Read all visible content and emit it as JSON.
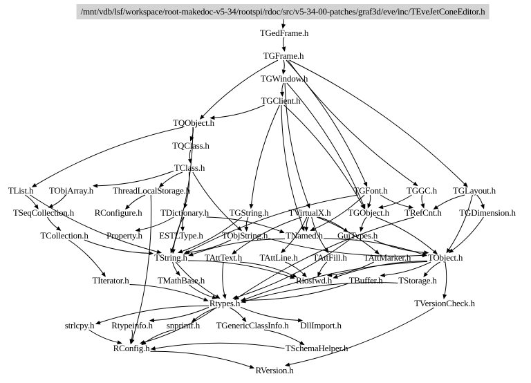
{
  "diagram": {
    "title": "Include dependency graph",
    "root": "/mnt/vdb/lsf/workspace/root-makedoc-v5-34/rootspi/rdoc/src/v5-34-00-patches/graf3d/eve/inc/TEveJetConeEditor.h",
    "nodes": {
      "TGedFrame": "TGedFrame.h",
      "TGFrame": "TGFrame.h",
      "TGWindow": "TGWindow.h",
      "TGClient": "TGClient.h",
      "TQObject": "TQObject.h",
      "TQClass": "TQClass.h",
      "TClass": "TClass.h",
      "TList": "TList.h",
      "TObjArray": "TObjArray.h",
      "ThreadLocalStorage": "ThreadLocalStorage.h",
      "TGFont": "TGFont.h",
      "TGGC": "TGGC.h",
      "TGLayout": "TGLayout.h",
      "TSeqCollection": "TSeqCollection.h",
      "RConfigure": "RConfigure.h",
      "TDictionary": "TDictionary.h",
      "TGString": "TGString.h",
      "TVirtualX": "TVirtualX.h",
      "TGObject": "TGObject.h",
      "TRefCnt": "TRefCnt.h",
      "TGDimension": "TGDimension.h",
      "TCollection": "TCollection.h",
      "Property": "Property.h",
      "ESTLType": "ESTLType.h",
      "TObjString": "TObjString.h",
      "TNamed": "TNamed.h",
      "GuiTypes": "GuiTypes.h",
      "TString": "TString.h",
      "TAttText": "TAttText.h",
      "TAttLine": "TAttLine.h",
      "TAttFill": "TAttFill.h",
      "TAttMarker": "TAttMarker.h",
      "TObject": "TObject.h",
      "TIterator": "TIterator.h",
      "TMathBase": "TMathBase.h",
      "Riosfwd": "Riosfwd.h",
      "TBuffer": "TBuffer.h",
      "TStorage": "TStorage.h",
      "Rtypes": "Rtypes.h",
      "TVersionCheck": "TVersionCheck.h",
      "strlcpy": "strlcpy.h",
      "Rtypeinfo": "Rtypeinfo.h",
      "snprintf": "snprintf.h",
      "TGenericClassInfo": "TGenericClassInfo.h",
      "DllImport": "DllImport.h",
      "RConfig": "RConfig.h",
      "TSchemaHelper": "TSchemaHelper.h",
      "RVersion": "RVersion.h"
    },
    "edges": [
      [
        "root",
        "TGedFrame"
      ],
      [
        "TGedFrame",
        "TGFrame"
      ],
      [
        "TGFrame",
        "TGWindow"
      ],
      [
        "TGFrame",
        "TQObject"
      ],
      [
        "TGFrame",
        "TGFont"
      ],
      [
        "TGFrame",
        "TGGC"
      ],
      [
        "TGFrame",
        "TGLayout"
      ],
      [
        "TGWindow",
        "TGClient"
      ],
      [
        "TGWindow",
        "TGObject"
      ],
      [
        "TGWindow",
        "TVirtualX"
      ],
      [
        "TGClient",
        "TQObject"
      ],
      [
        "TGClient",
        "TGString"
      ],
      [
        "TGClient",
        "TGObject"
      ],
      [
        "TGClient",
        "TNamed"
      ],
      [
        "TQObject",
        "TQClass"
      ],
      [
        "TQObject",
        "TList"
      ],
      [
        "TQObject",
        "TString"
      ],
      [
        "TQClass",
        "TClass"
      ],
      [
        "TClass",
        "TObjArray"
      ],
      [
        "TClass",
        "ThreadLocalStorage"
      ],
      [
        "TClass",
        "TDictionary"
      ],
      [
        "TClass",
        "TObjString"
      ],
      [
        "TList",
        "TSeqCollection"
      ],
      [
        "TList",
        "TString"
      ],
      [
        "TObjArray",
        "TSeqCollection"
      ],
      [
        "ThreadLocalStorage",
        "RConfigure"
      ],
      [
        "ThreadLocalStorage",
        "RConfig"
      ],
      [
        "TSeqCollection",
        "TCollection"
      ],
      [
        "TDictionary",
        "Property"
      ],
      [
        "TDictionary",
        "ESTLType"
      ],
      [
        "TDictionary",
        "TNamed"
      ],
      [
        "TDictionary",
        "TString"
      ],
      [
        "TGString",
        "TString"
      ],
      [
        "TGString",
        "TObjString"
      ],
      [
        "TObjString",
        "TString"
      ],
      [
        "TObjString",
        "TObject"
      ],
      [
        "TGFont",
        "TGObject"
      ],
      [
        "TGFont",
        "TRefCnt"
      ],
      [
        "TGFont",
        "TNamed"
      ],
      [
        "TGFont",
        "TString"
      ],
      [
        "TGGC",
        "TGObject"
      ],
      [
        "TGGC",
        "TRefCnt"
      ],
      [
        "TGLayout",
        "TGDimension"
      ],
      [
        "TGLayout",
        "TRefCnt"
      ],
      [
        "TGLayout",
        "TObject"
      ],
      [
        "TVirtualX",
        "TNamed"
      ],
      [
        "TVirtualX",
        "GuiTypes"
      ],
      [
        "TVirtualX",
        "TAttText"
      ],
      [
        "TVirtualX",
        "TAttLine"
      ],
      [
        "TVirtualX",
        "TAttFill"
      ],
      [
        "TVirtualX",
        "TAttMarker"
      ],
      [
        "TGObject",
        "GuiTypes"
      ],
      [
        "TGObject",
        "TObject"
      ],
      [
        "TRefCnt",
        "Rtypes"
      ],
      [
        "TGDimension",
        "TObject"
      ],
      [
        "TCollection",
        "TString"
      ],
      [
        "TCollection",
        "TIterator"
      ],
      [
        "TNamed",
        "TString"
      ],
      [
        "TNamed",
        "TObject"
      ],
      [
        "GuiTypes",
        "TObject"
      ],
      [
        "GuiTypes",
        "Rtypes"
      ],
      [
        "TString",
        "TMathBase"
      ],
      [
        "TString",
        "Riosfwd"
      ],
      [
        "TString",
        "Rtypes"
      ],
      [
        "TAttText",
        "Riosfwd"
      ],
      [
        "TAttText",
        "Rtypes"
      ],
      [
        "TAttLine",
        "Riosfwd"
      ],
      [
        "TAttFill",
        "Riosfwd"
      ],
      [
        "TAttMarker",
        "Riosfwd"
      ],
      [
        "TObject",
        "TStorage"
      ],
      [
        "TObject",
        "TBuffer"
      ],
      [
        "TObject",
        "Riosfwd"
      ],
      [
        "TObject",
        "TVersionCheck"
      ],
      [
        "TObject",
        "Rtypes"
      ],
      [
        "TIterator",
        "Rtypes"
      ],
      [
        "TMathBase",
        "Rtypes"
      ],
      [
        "TBuffer",
        "Rtypes"
      ],
      [
        "TStorage",
        "Rtypes"
      ],
      [
        "TVersionCheck",
        "RVersion"
      ],
      [
        "Rtypes",
        "strlcpy"
      ],
      [
        "Rtypes",
        "Rtypeinfo"
      ],
      [
        "Rtypes",
        "snprintf"
      ],
      [
        "Rtypes",
        "TGenericClassInfo"
      ],
      [
        "Rtypes",
        "DllImport"
      ],
      [
        "Rtypes",
        "RConfig"
      ],
      [
        "strlcpy",
        "RConfig"
      ],
      [
        "Rtypeinfo",
        "RConfig"
      ],
      [
        "snprintf",
        "RConfig"
      ],
      [
        "TGenericClassInfo",
        "TSchemaHelper"
      ],
      [
        "TSchemaHelper",
        "RConfig"
      ],
      [
        "RConfig",
        "RVersion"
      ]
    ]
  }
}
